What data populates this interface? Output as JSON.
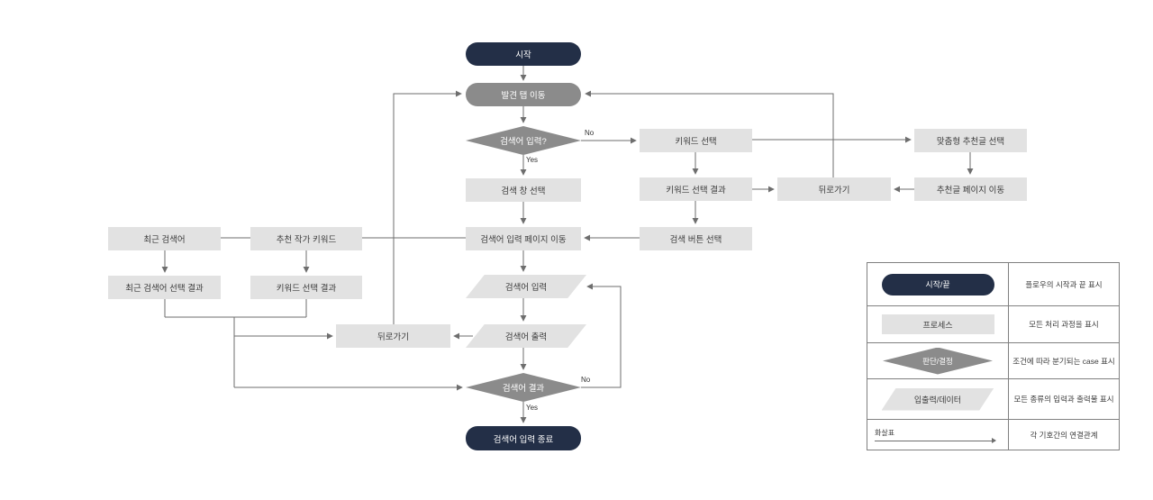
{
  "flow": {
    "start": "시작",
    "discover_tab": "발견 탭 이동",
    "decision_input": "검색어 입력?",
    "search_window": "검색 창 선택",
    "input_page_move": "검색어 입력 페이지 이동",
    "keyword_input": "검색어 입력",
    "keyword_output": "검색어 출력",
    "decision_result": "검색어 결과",
    "end": "검색어 입력 종료",
    "recent_search": "최근 검색어",
    "recommend_author_keyword": "추천 작가 키워드",
    "recent_search_result": "최근 검색어 선택 결과",
    "keyword_select_result_left": "키워드 선택 결과",
    "back_left": "뒤로가기",
    "keyword_select": "키워드 선택",
    "keyword_select_result_right": "키워드 선택 결과",
    "back_right": "뒤로가기",
    "search_button_select": "검색 버튼 선택",
    "custom_recommend_select": "맞춤형 추천글 선택",
    "recommend_page_move": "추천글 페이지 이동",
    "labels": {
      "yes": "Yes",
      "no": "No"
    }
  },
  "legend": {
    "rows": [
      {
        "shape": "start-end",
        "label": "시작/끝",
        "desc": "플로우의 시작과 끝 표시"
      },
      {
        "shape": "process",
        "label": "프로세스",
        "desc": "모든 처리 과정을 표시"
      },
      {
        "shape": "decision",
        "label": "판단/결정",
        "desc": "조건에 따라 분기되는 case 표시"
      },
      {
        "shape": "io",
        "label": "입출력/데이터",
        "desc": "모든 종류의 입력과 출력물 표시"
      },
      {
        "shape": "arrow",
        "label": "화살표",
        "desc": "각 기호간의 연결관계"
      }
    ]
  },
  "colors": {
    "navy": "#232f47",
    "gray": "#8b8b8b",
    "light_gray": "#e2e2e2",
    "line": "#6e6e6e"
  }
}
